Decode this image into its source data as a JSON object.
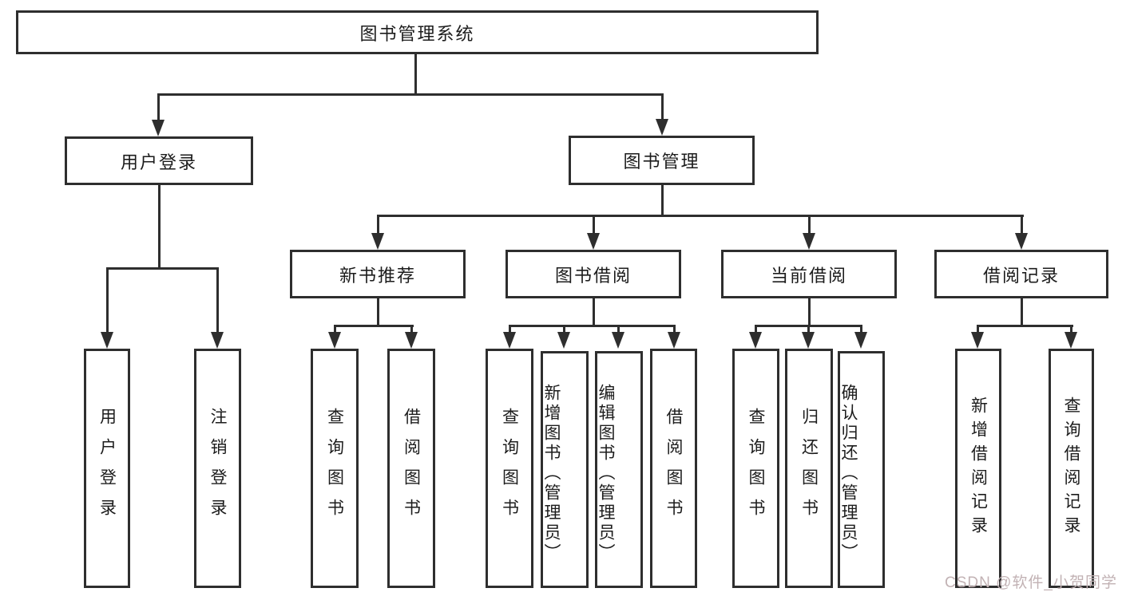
{
  "title": "图书管理系统",
  "colors": {
    "line": "#2e2e2e",
    "text": "#1c1c1c",
    "background": "#ffffff",
    "watermark": "#c2b2b4"
  },
  "nodes": {
    "root": "图书管理系统",
    "user_login": "用户登录",
    "book_mgmt": "图书管理",
    "new_book_rec": "新书推荐",
    "book_borrow": "图书借阅",
    "current_borrow": "当前借阅",
    "borrow_record": "借阅记录",
    "leaf_user_login": "用户登录",
    "leaf_logout": "注销登录",
    "leaf_nb_query": "查询图书",
    "leaf_nb_borrow": "借阅图书",
    "leaf_bb_query": "查询图书",
    "leaf_bb_add": "新增图书（管理员）",
    "leaf_bb_edit": "编辑图书（管理员）",
    "leaf_bb_borrow": "借阅图书",
    "leaf_cb_query": "查询图书",
    "leaf_cb_return": "归还图书",
    "leaf_cb_confirm": "确认归还（管理员）",
    "leaf_br_add": "新增借阅记录",
    "leaf_br_query": "查询借阅记录"
  },
  "hierarchy": {
    "图书管理系统": {
      "用户登录": [
        "用户登录",
        "注销登录"
      ],
      "图书管理": {
        "新书推荐": [
          "查询图书",
          "借阅图书"
        ],
        "图书借阅": [
          "查询图书",
          "新增图书（管理员）",
          "编辑图书（管理员）",
          "借阅图书"
        ],
        "当前借阅": [
          "查询图书",
          "归还图书",
          "确认归还（管理员）"
        ],
        "借阅记录": [
          "新增借阅记录",
          "查询借阅记录"
        ]
      }
    }
  },
  "watermark": "CSDN @软件_小贺同学"
}
